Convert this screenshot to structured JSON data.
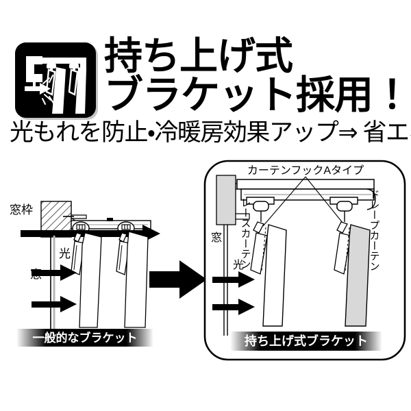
{
  "header": {
    "badge_icon": "lift-up-bracket-icon",
    "title_line1": "持ち上げ式",
    "title_line2": "ブラケット採用！",
    "subtitle": "光もれを防止・冷暖房効果アップ⇒ 省エネ"
  },
  "transition": {
    "arrow_icon": "right-arrow-icon"
  },
  "left_diagram": {
    "name": "general-bracket-diagram",
    "label_window_frame": "窓枠",
    "label_light": "光",
    "label_window": "窓",
    "caption": "一般的なブラケット",
    "leak_arrow_icon": "light-leak-arrow-icon",
    "light_arrow_icon": "light-ray-arrow-icon"
  },
  "right_diagram": {
    "name": "lift-up-bracket-diagram",
    "label_hook": "カーテンフックAタイプ",
    "label_lace_curtain": "レースカーテン",
    "label_drape_curtain": "ドレープカーテン",
    "label_window": "窓",
    "label_light": "光",
    "caption": "持ち上げ式ブラケット",
    "light_arrow_icon": "light-ray-arrow-icon"
  },
  "colors": {
    "ink": "#000000",
    "paper": "#ffffff",
    "fill_grey": "#d8d8d8",
    "line_grey": "#8a8a8a"
  }
}
